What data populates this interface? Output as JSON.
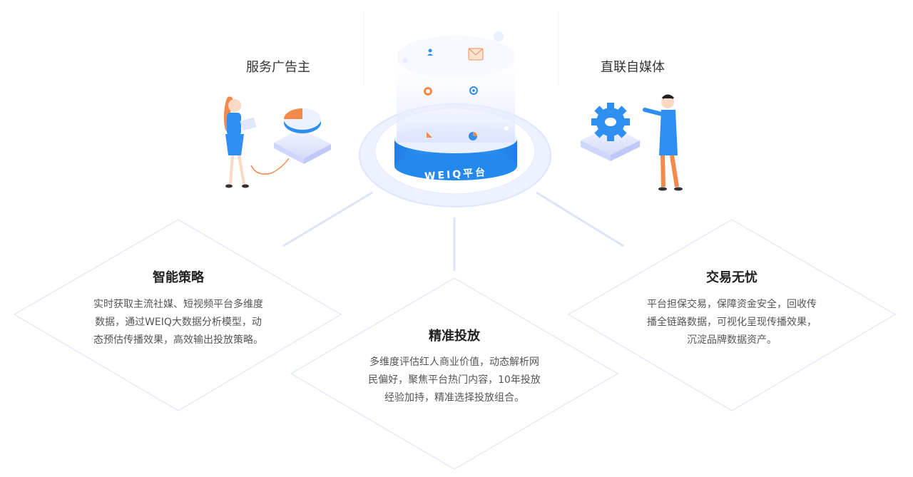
{
  "top": {
    "left_label": "服务广告主",
    "right_label": "直联自媒体",
    "platform_label": "WEIQ平台"
  },
  "cards": [
    {
      "title": "智能策略",
      "lines": [
        "实时获取主流社媒、短视频平台多维度",
        "数据，通过WEIQ大数据分析模型，动",
        "态预估传播效果，高效输出投放策略。"
      ]
    },
    {
      "title": "精准投放",
      "lines": [
        "多维度评估红人商业价值，动态解析网",
        "民偏好，聚焦平台热门内容，10年投放",
        "经验加持，精准选择投放组合。"
      ]
    },
    {
      "title": "交易无忧",
      "lines": [
        "平台担保交易，保障资金安全，回收传",
        "播全链路数据，可视化呈现传播效果，",
        "沉淀品牌数据资产。"
      ]
    }
  ],
  "colors": {
    "accent_blue": "#2e8ff0",
    "light_blue": "#e8efff",
    "orange": "#f5894a",
    "line": "#dfe3f8"
  },
  "icons": [
    "user-icon",
    "mail-icon",
    "gear-icon",
    "at-icon",
    "chart-icon",
    "pie-icon"
  ]
}
